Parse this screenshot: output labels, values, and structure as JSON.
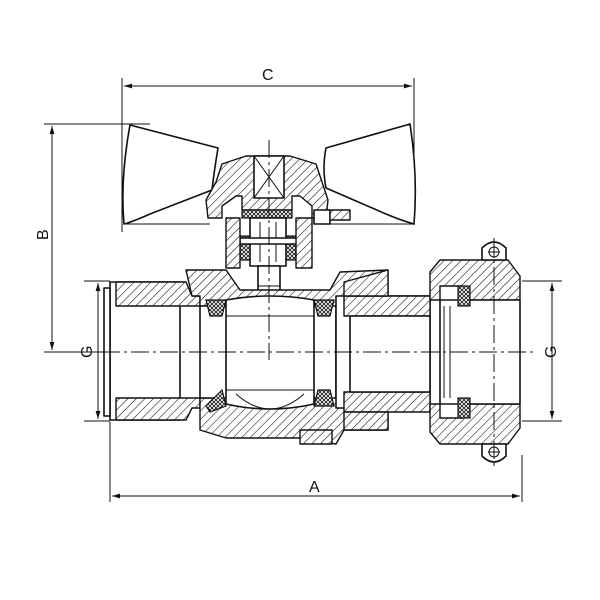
{
  "dimensions": {
    "A": "A",
    "B": "B",
    "C": "C",
    "G_left": "G",
    "G_right": "G"
  }
}
